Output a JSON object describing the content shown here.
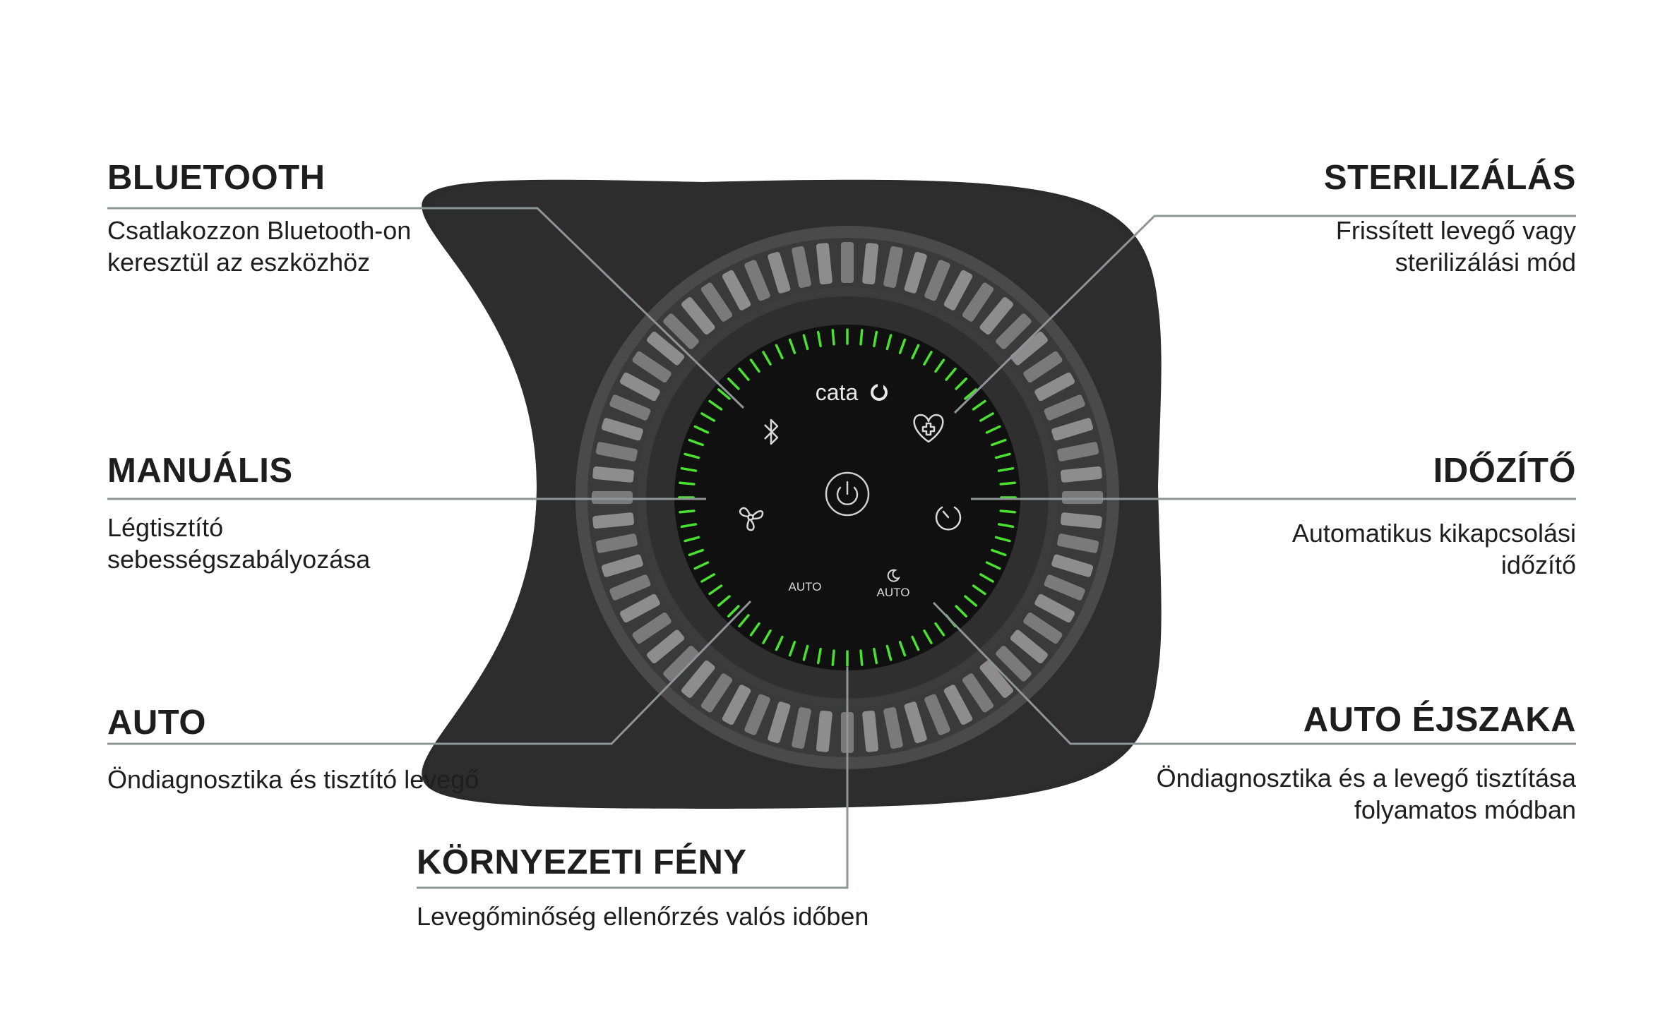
{
  "brand": {
    "logo_text": "cata"
  },
  "panel": {
    "auto_label": "AUTO",
    "night_auto_label": "AUTO",
    "ring_color": "#49e22e",
    "body_color": "#2c2c2c",
    "panel_color": "#101010"
  },
  "features": {
    "bluetooth": {
      "title": "BLUETOOTH",
      "desc": "Csatlakozzon Bluetooth-on\nkeresztül az eszközhöz"
    },
    "manual": {
      "title": "MANUÁLIS",
      "desc": "Légtisztító\nsebességszabályozása"
    },
    "auto": {
      "title": "AUTO",
      "desc": "Öndiagnosztika és tisztító levegő"
    },
    "ambient": {
      "title": "KÖRNYEZETI FÉNY",
      "desc": "Levegőminőség ellenőrzés valós időben"
    },
    "sterilization": {
      "title": "STERILIZÁLÁS",
      "desc": "Frissített levegő vagy\nsterilizálási mód"
    },
    "timer": {
      "title": "IDŐZÍTŐ",
      "desc": "Automatikus kikapcsolási\nidőzítő"
    },
    "auto_night": {
      "title": "AUTO ÉJSZAKA",
      "desc": "Öndiagnosztika és a levegő tisztítása\nfolyamatos módban"
    }
  },
  "icons": [
    "bluetooth-icon",
    "fan-icon",
    "power-icon",
    "heart-cross-icon",
    "timer-icon",
    "moon-icon"
  ]
}
